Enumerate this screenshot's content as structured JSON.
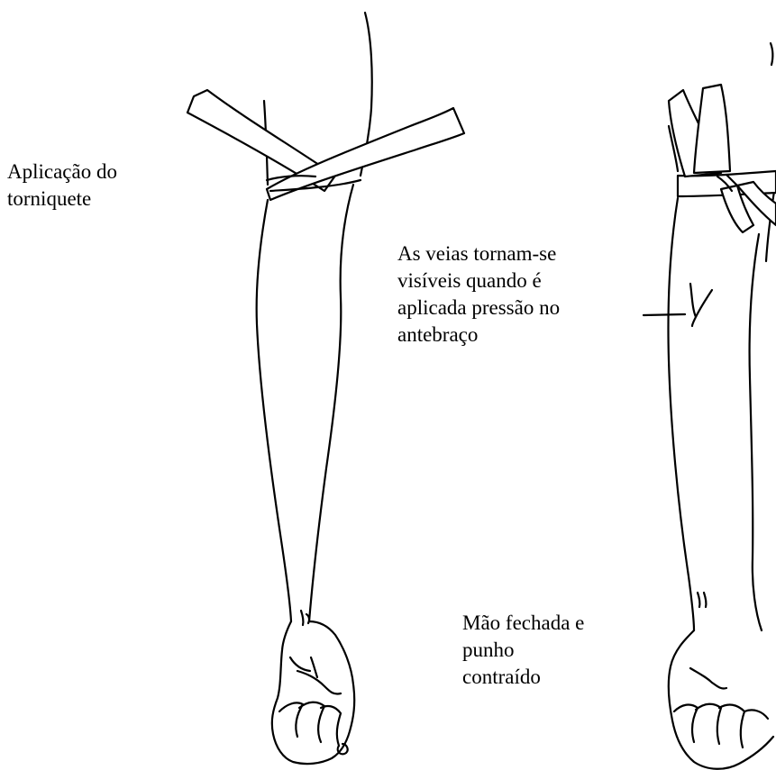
{
  "labels": {
    "tourniquet": [
      "Aplicação do",
      "torniquete"
    ],
    "veins": [
      "As veias tornam-se",
      "visíveis quando é",
      "aplicada pressão no",
      "antebraço"
    ],
    "fist": [
      "Mão fechada e",
      "punho",
      "contraído"
    ]
  },
  "colors": {
    "background": "#ffffff",
    "ink": "#000000"
  }
}
